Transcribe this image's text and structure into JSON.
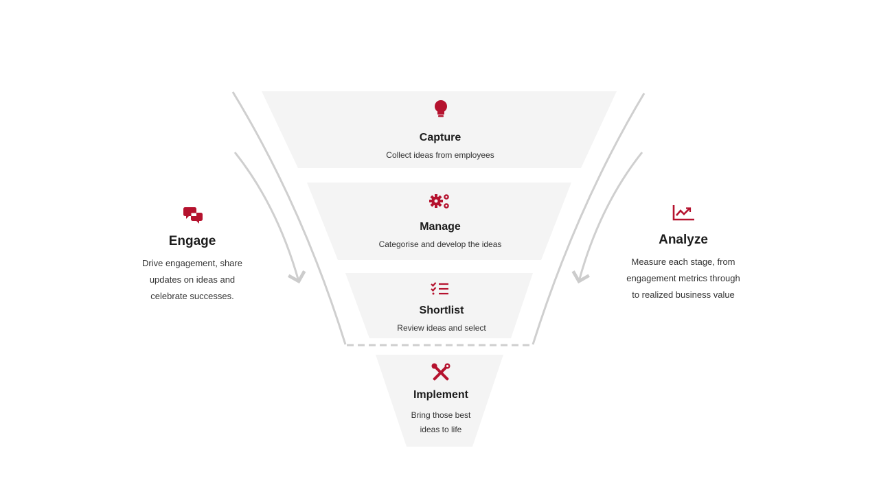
{
  "colors": {
    "accent": "#b5122e",
    "stage_fill": "#f4f4f4",
    "arrow_gray": "#cccccc",
    "text_dark": "#1c1c1c"
  },
  "stages": [
    {
      "title": "Capture",
      "description": "Collect ideas from employees",
      "icon": "lightbulb-icon"
    },
    {
      "title": "Manage",
      "description": "Categorise and develop the ideas",
      "icon": "gears-icon"
    },
    {
      "title": "Shortlist",
      "description": "Review ideas and select",
      "icon": "checklist-icon"
    },
    {
      "title": "Implement",
      "description_lines": [
        "Bring those best",
        "ideas to life"
      ],
      "icon": "tools-icon"
    }
  ],
  "engage": {
    "title": "Engage",
    "description_lines": [
      "Drive engagement, share",
      "updates on ideas and",
      "celebrate successes."
    ],
    "icon": "chat-bubbles-icon"
  },
  "analyze": {
    "title": "Analyze",
    "description_lines": [
      "Measure each stage, from",
      "engagement metrics through",
      "to realized business value"
    ],
    "icon": "trend-chart-icon"
  }
}
